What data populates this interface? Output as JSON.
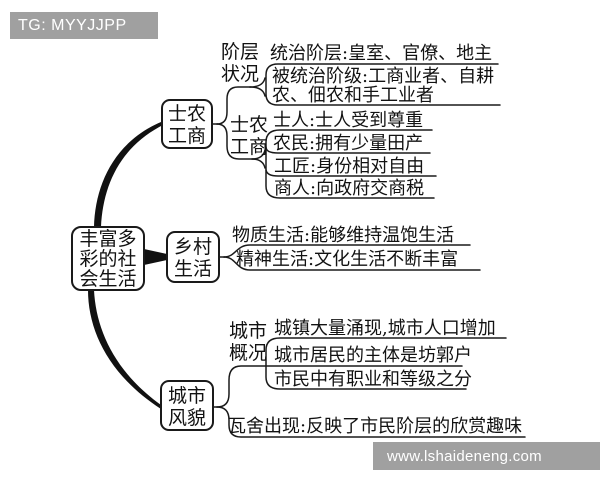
{
  "watermark_top": {
    "text": "TG: MYYJJPP"
  },
  "watermark_bottom": {
    "text": "www.lshaideneng.com"
  },
  "colors": {
    "banner_bg": "#a0a0a0",
    "banner_text": "#ffffff",
    "ink": "#1a1a1a",
    "background": "#ffffff"
  },
  "root": {
    "text": "丰富多彩的社会生活",
    "lines": [
      "丰富多",
      "彩的社",
      "会生活"
    ]
  },
  "branches": [
    {
      "title": "士农工商",
      "title_lines": [
        "士农",
        "工商"
      ],
      "groups": [
        {
          "label": "阶层状况",
          "label_lines": [
            "阶层",
            "状况"
          ],
          "items": [
            {
              "lines": [
                "统治阶层:皇室、官僚、地主"
              ]
            },
            {
              "lines": [
                "被统治阶级:工商业者、自耕",
                "农、佃农和手工业者"
              ]
            }
          ]
        },
        {
          "label": "士农工商",
          "label_lines": [
            "士农",
            "工商"
          ],
          "items": [
            {
              "lines": [
                "士人:士人受到尊重"
              ]
            },
            {
              "lines": [
                "农民:拥有少量田产"
              ]
            },
            {
              "lines": [
                "工匠:身份相对自由"
              ]
            },
            {
              "lines": [
                "商人:向政府交商税"
              ]
            }
          ]
        }
      ]
    },
    {
      "title": "乡村生活",
      "title_lines": [
        "乡村",
        "生活"
      ],
      "groups": [
        {
          "label": "",
          "label_lines": [],
          "items": [
            {
              "lines": [
                "物质生活:能够维持温饱生活"
              ]
            },
            {
              "lines": [
                "精神生活:文化生活不断丰富"
              ]
            }
          ]
        }
      ]
    },
    {
      "title": "城市风貌",
      "title_lines": [
        "城市",
        "风貌"
      ],
      "groups": [
        {
          "label": "城市概况",
          "label_lines": [
            "城市",
            "概况"
          ],
          "items": [
            {
              "lines": [
                "城镇大量涌现,城市人口增加"
              ]
            },
            {
              "lines": [
                "城市居民的主体是坊郭户"
              ]
            },
            {
              "lines": [
                "市民中有职业和等级之分"
              ]
            }
          ]
        },
        {
          "label": "",
          "label_lines": [],
          "items": [
            {
              "lines": [
                "瓦舍出现:反映了市民阶层的欣赏趣味"
              ]
            }
          ]
        }
      ]
    }
  ]
}
